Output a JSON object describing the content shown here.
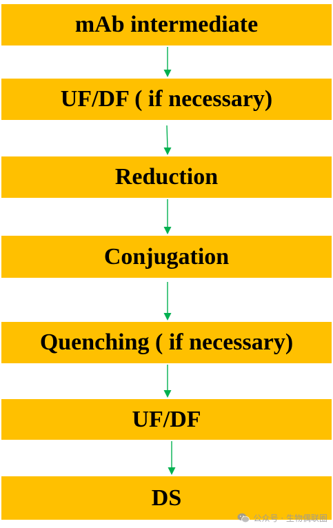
{
  "steps": [
    "mAb intermediate",
    "UF/DF ( if necessary)",
    "Reduction",
    "Conjugation",
    "Quenching ( if necessary)",
    "UF/DF",
    "DS"
  ],
  "colors": {
    "box_fill": "#ffc000",
    "arrow": "#00b050",
    "text": "#000000"
  },
  "watermark": {
    "icon": "wechat-icon",
    "text": "公众号 · 生物偶联圈"
  }
}
